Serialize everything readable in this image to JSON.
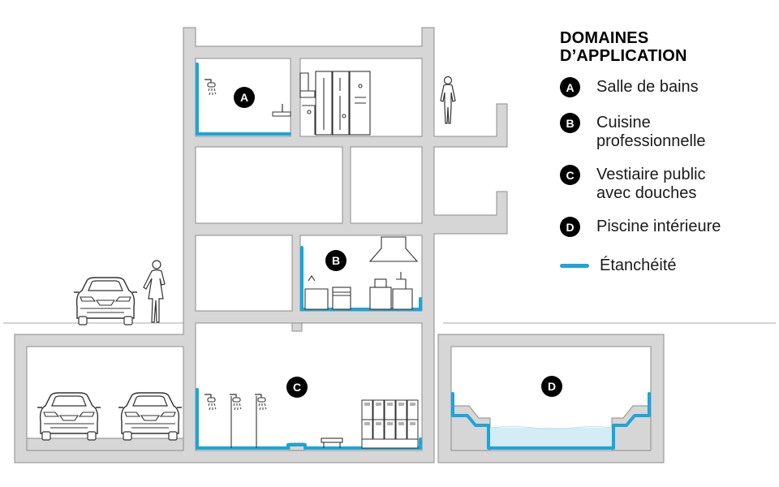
{
  "legend": {
    "title": "DOMAINES\nD’APPLICATION",
    "items": [
      {
        "key": "A",
        "label": "Salle de bains"
      },
      {
        "key": "B",
        "label": "Cuisine\nprofessionnelle"
      },
      {
        "key": "C",
        "label": "Vestiaire public\navec douches"
      },
      {
        "key": "D",
        "label": "Piscine intérieure"
      }
    ],
    "waterproofing_label": "Étanchéité"
  },
  "markers": {
    "a": "A",
    "b": "B",
    "c": "C",
    "d": "D"
  },
  "colors": {
    "wall": "#d6d6d6",
    "wall_stroke": "#8c8c8c",
    "waterproofing": "#1aa6d9",
    "pool_water": "#d3ecf5",
    "badge": "#000000"
  }
}
